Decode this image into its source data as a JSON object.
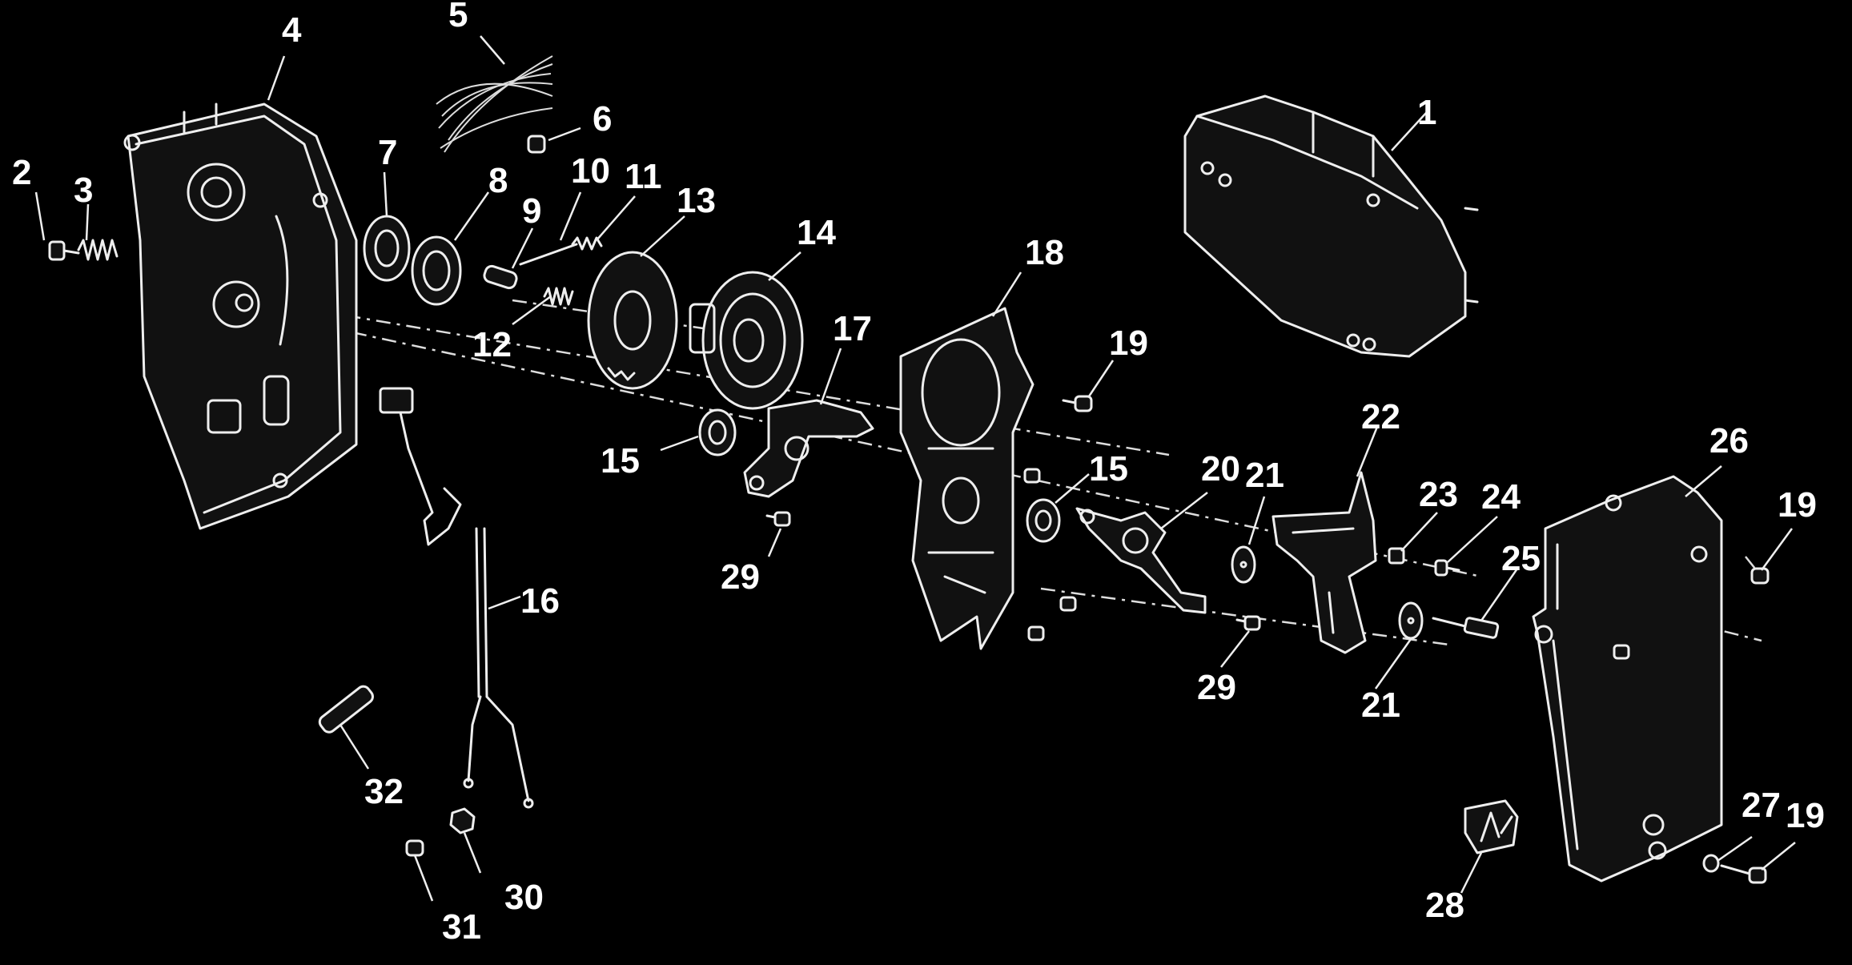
{
  "diagram": {
    "callouts": [
      {
        "id": "c1",
        "text": "1"
      },
      {
        "id": "c2",
        "text": "2"
      },
      {
        "id": "c3",
        "text": "3"
      },
      {
        "id": "c4",
        "text": "4"
      },
      {
        "id": "c5",
        "text": "5"
      },
      {
        "id": "c6",
        "text": "6"
      },
      {
        "id": "c7",
        "text": "7"
      },
      {
        "id": "c8",
        "text": "8"
      },
      {
        "id": "c9",
        "text": "9"
      },
      {
        "id": "c10",
        "text": "10"
      },
      {
        "id": "c11",
        "text": "11"
      },
      {
        "id": "c12",
        "text": "12"
      },
      {
        "id": "c13",
        "text": "13"
      },
      {
        "id": "c14",
        "text": "14"
      },
      {
        "id": "c15a",
        "text": "15"
      },
      {
        "id": "c15b",
        "text": "15"
      },
      {
        "id": "c16",
        "text": "16"
      },
      {
        "id": "c17",
        "text": "17"
      },
      {
        "id": "c18",
        "text": "18"
      },
      {
        "id": "c19a",
        "text": "19"
      },
      {
        "id": "c19b",
        "text": "19"
      },
      {
        "id": "c19c",
        "text": "19"
      },
      {
        "id": "c20",
        "text": "20"
      },
      {
        "id": "c21a",
        "text": "21"
      },
      {
        "id": "c21b",
        "text": "21"
      },
      {
        "id": "c22",
        "text": "22"
      },
      {
        "id": "c23",
        "text": "23"
      },
      {
        "id": "c24",
        "text": "24"
      },
      {
        "id": "c25",
        "text": "25"
      },
      {
        "id": "c26",
        "text": "26"
      },
      {
        "id": "c27",
        "text": "27"
      },
      {
        "id": "c28",
        "text": "28"
      },
      {
        "id": "c29a",
        "text": "29"
      },
      {
        "id": "c29b",
        "text": "29"
      },
      {
        "id": "c30",
        "text": "30"
      },
      {
        "id": "c31",
        "text": "31"
      },
      {
        "id": "c32",
        "text": "32"
      }
    ]
  }
}
